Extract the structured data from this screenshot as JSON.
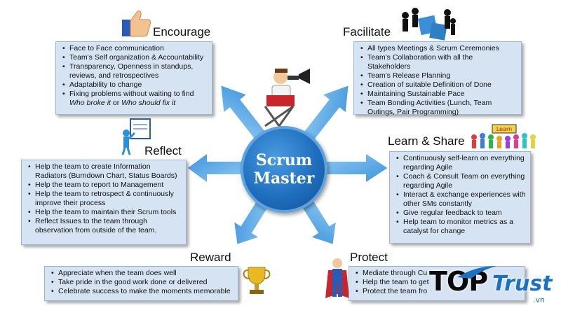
{
  "center": {
    "line1": "Scrum",
    "line2": "Master"
  },
  "sections": {
    "encourage": {
      "title": "Encourage",
      "items": [
        "Face to Face communication",
        "Team's Self organization & Accountability",
        "Transparency, Openness in standups, reviews, and retrospectives",
        "Adaptability to change"
      ],
      "last_item": {
        "prefix": "Fixing problems without waiting to find ",
        "em1": "Who broke it",
        "mid": " or ",
        "em2": "Who should fix it"
      }
    },
    "facilitate": {
      "title": "Facilitate",
      "items": [
        "All types Meetings & Scrum Ceremonies",
        "Team's Collaboration with all the Stakeholders",
        "Team's Release Planning",
        "Creation of suitable Definition of Done",
        "Maintaining Sustainable Pace",
        "Team Bonding Activities (Lunch, Team Outings, Pair Programming)"
      ]
    },
    "reflect": {
      "title": "Reflect",
      "items": [
        "Help the team to create Information Radiators (Burndown Chart, Status Boards)",
        "Help the team to report to Management",
        "Help the team to retrospect & continuously improve their process",
        "Help the team to maintain their Scrum tools",
        "Reflect Issues to the team through observation from outside of the team."
      ]
    },
    "learn_share": {
      "title": "Learn & Share",
      "items": [
        "Continuously self-learn on everything regarding Agile",
        "Coach & Consult Team on everything regarding Agile",
        "Interact & exchange experiences with other SMs constantly",
        "Give regular feedback to team",
        "Help team to monitor metrics as a catalyst for change"
      ]
    },
    "reward": {
      "title": "Reward",
      "items": [
        "Appreciate when the team does well",
        "Take pride in the good work done or delivered",
        "Celebrate success to make the moments memorable"
      ]
    },
    "protect": {
      "title": "Protect",
      "items": [
        "Mediate through Cu",
        "Help the team to get",
        "Protect the team fro"
      ]
    }
  },
  "illustrations": {
    "learn_banner": "Learn"
  },
  "logo": {
    "top": "TOP",
    "trust": "Trust",
    "suffix": ".vn"
  },
  "colors": {
    "box_fill": "#d6e3f2",
    "box_border": "#9db6d3",
    "arrow": "#5aaae6",
    "center": "#1f6fbf",
    "logo_blue": "#1d6fc2"
  }
}
